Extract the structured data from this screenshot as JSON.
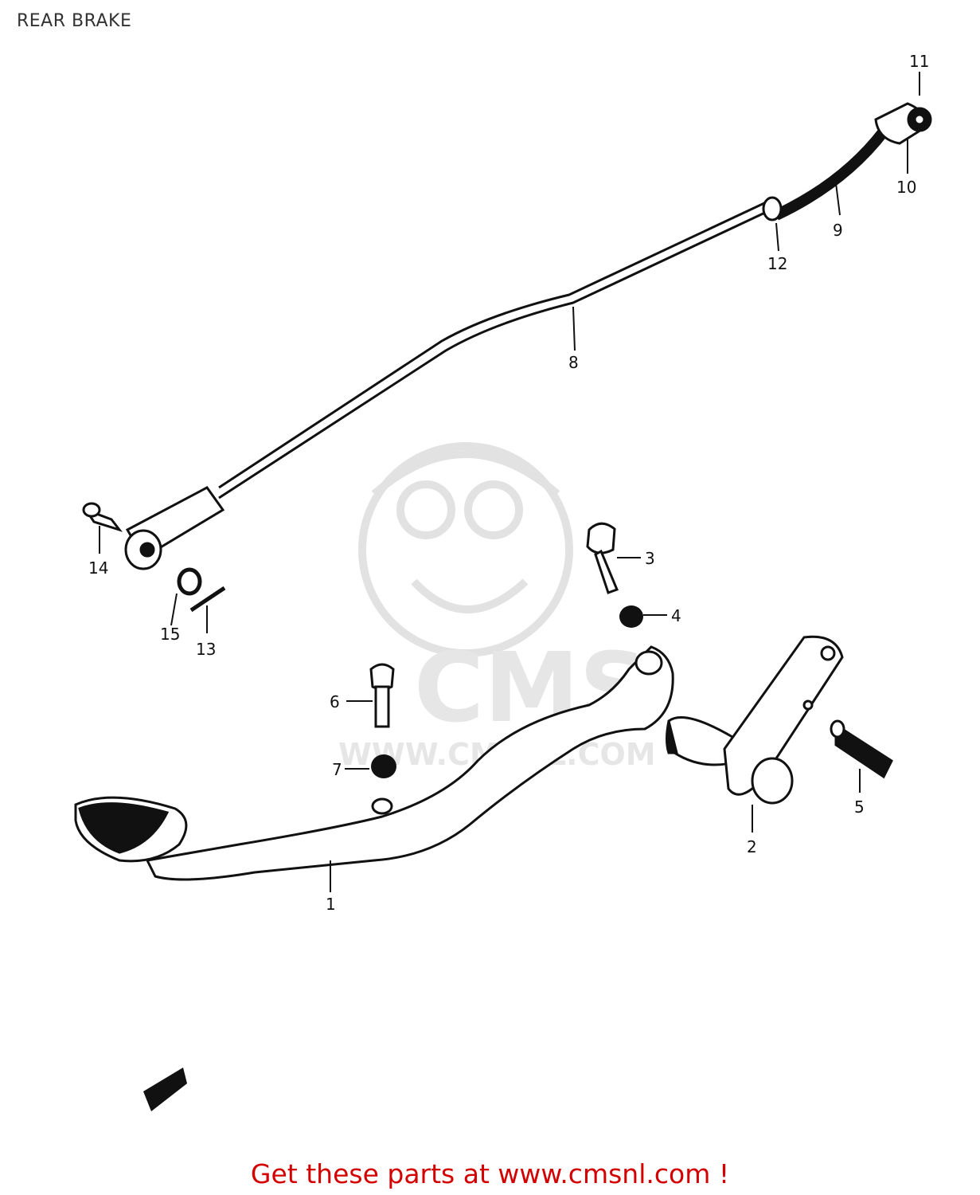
{
  "page": {
    "title": "REAR BRAKE",
    "footer_link": "Get these parts at www.cmsnl.com !"
  },
  "watermark": {
    "brand": "CMS",
    "url": "WWW.CMSNL.COM"
  },
  "callouts": [
    "1",
    "2",
    "3",
    "4",
    "5",
    "6",
    "7",
    "8",
    "9",
    "10",
    "11",
    "12",
    "13",
    "14",
    "15"
  ],
  "colors": {
    "footer_link": "#d40000",
    "line_art": "#111111",
    "watermark": "#e4e4e4"
  }
}
